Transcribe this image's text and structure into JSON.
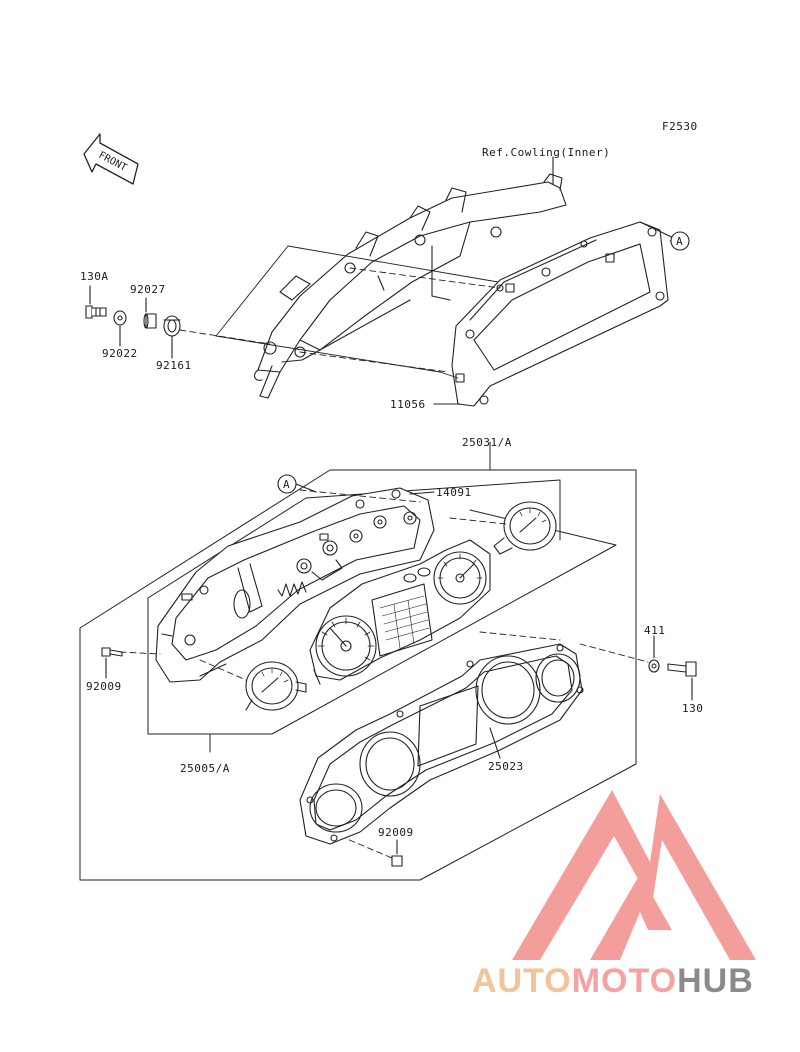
{
  "figure_code": "F2530",
  "front_arrow_label": "FRONT",
  "ref_cowling": "Ref.Cowling(Inner)",
  "callout_a": "A",
  "parts": {
    "p130A": "130A",
    "p92027": "92027",
    "p92022": "92022",
    "p92161": "92161",
    "p11056": "11056",
    "p25031A": "25031/A",
    "p14091": "14091",
    "p411": "411",
    "p92009_left": "92009",
    "p130": "130",
    "p25005A": "25005/A",
    "p25023": "25023",
    "p92009_bottom": "92009"
  },
  "watermark": {
    "part1": "AUTO",
    "part2": "MOTO",
    "part3": "HUB",
    "colors": {
      "auto": "#f5c29a",
      "moto": "#f4a3a0",
      "hub": "#8a8a8a",
      "triangle": "#f28e8a"
    }
  }
}
